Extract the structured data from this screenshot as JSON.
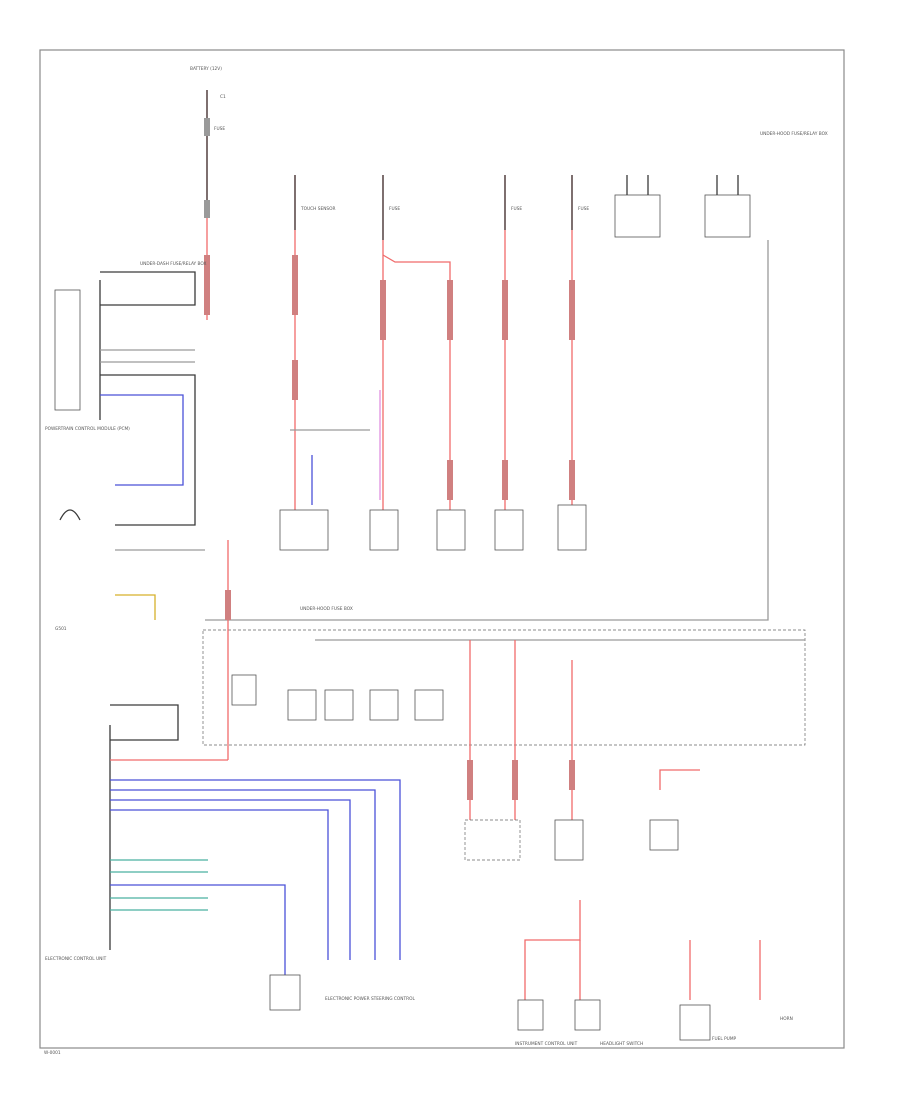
{
  "diagram": {
    "labels": {
      "fuse_top": "UNDER-DASH FUSE/RELAY BOX",
      "fuse_c": "C1",
      "fuse_top_main": "BATTERY (12V)",
      "fuse_a": "FUSE",
      "fuse_b": "TOUCH SENSOR",
      "fuse_c1": "FUSE",
      "fuse_d": "FUSE",
      "fuse_e": "FUSE",
      "right_box": "UNDER-HOOD FUSE/RELAY BOX",
      "left_module": "POWERTRAIN CONTROL MODULE (PCM)",
      "left_ground": "G501",
      "bottom_left": "ELECTRONIC CONTROL UNIT",
      "mid_box": "UNDER-HOOD FUSE BOX",
      "bottom_mid": "ELECTRONIC POWER STEERING CONTROL",
      "bottom_r1": "INSTRUMENT CONTROL UNIT",
      "bottom_r2": "HEADLIGHT SWITCH",
      "bottom_r3": "FUEL PUMP",
      "bottom_r4": "HORN",
      "footer": "W-0001"
    }
  }
}
